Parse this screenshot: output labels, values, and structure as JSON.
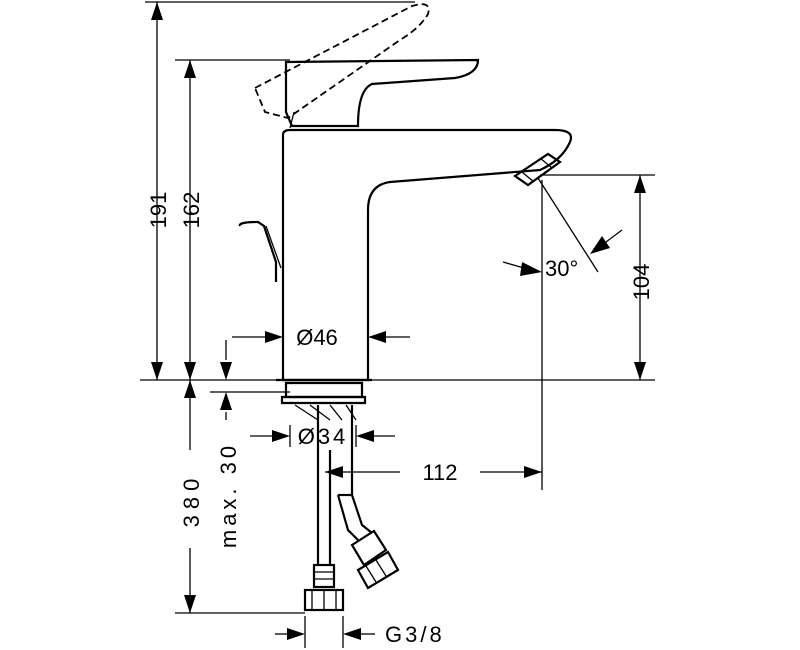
{
  "dimensions": {
    "total_height": "191",
    "lever_height": "162",
    "spout_height": "104",
    "body_diameter": "Ø46",
    "spout_angle": "30°",
    "shank_diameter": "Ø34",
    "reach": "112",
    "hose_length": "380",
    "max_counter_thickness": "max. 30",
    "connection_thread": "G3/8"
  }
}
